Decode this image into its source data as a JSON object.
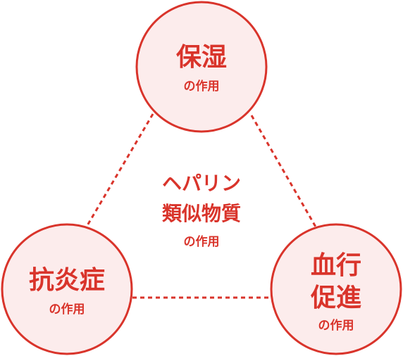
{
  "colors": {
    "accent": "#d9342b",
    "node_fill": "#fcecec",
    "background": "#ffffff"
  },
  "center": {
    "line1": "ヘパリン",
    "line2": "類似物質",
    "line3": "の作用"
  },
  "nodes": {
    "moisturizing": {
      "title": "保湿",
      "subtitle": "の作用"
    },
    "anti_inflammatory": {
      "title": "抗炎症",
      "subtitle": "の作用"
    },
    "blood_circulation": {
      "title_line1": "血行",
      "title_line2": "促進",
      "subtitle": "の作用"
    }
  }
}
